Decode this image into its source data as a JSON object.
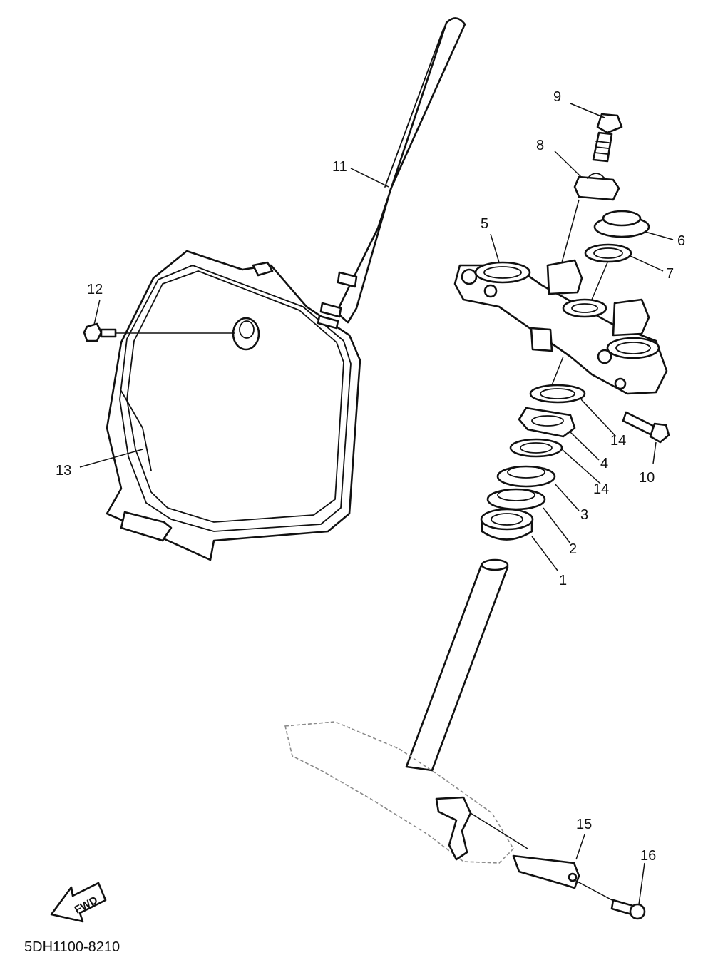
{
  "callouts": [
    {
      "id": "1",
      "label": "1"
    },
    {
      "id": "2",
      "label": "2"
    },
    {
      "id": "3",
      "label": "3"
    },
    {
      "id": "4",
      "label": "4"
    },
    {
      "id": "5",
      "label": "5"
    },
    {
      "id": "6",
      "label": "6"
    },
    {
      "id": "7",
      "label": "7"
    },
    {
      "id": "8",
      "label": "8"
    },
    {
      "id": "9",
      "label": "9"
    },
    {
      "id": "10",
      "label": "10"
    },
    {
      "id": "11",
      "label": "11"
    },
    {
      "id": "12",
      "label": "12"
    },
    {
      "id": "13",
      "label": "13"
    },
    {
      "id": "14a",
      "label": "14"
    },
    {
      "id": "14b",
      "label": "14"
    },
    {
      "id": "15",
      "label": "15"
    },
    {
      "id": "16",
      "label": "16"
    }
  ],
  "direction_arrow": {
    "label": "FWD"
  },
  "diagram_code": "5DH1100-8210"
}
